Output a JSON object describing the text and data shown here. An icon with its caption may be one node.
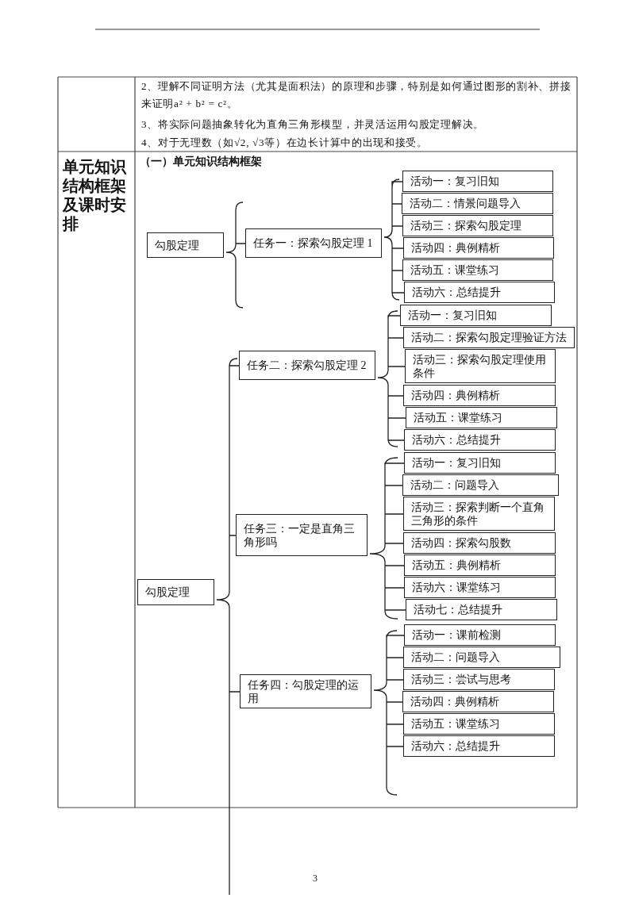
{
  "diagram": {
    "nodes": [
      {
        "text": [
          "勾股定理"
        ]
      },
      {
        "text": [
          "任务一：探索勾股定理 1"
        ]
      },
      {
        "text": [
          "活动一：复习旧知"
        ]
      },
      {
        "text": [
          "活动二：情景问题导入"
        ]
      },
      {
        "text": [
          "活动三：探索勾股定理"
        ]
      },
      {
        "text": [
          "活动四：典例精析"
        ]
      },
      {
        "text": [
          "活动五：课堂练习"
        ]
      },
      {
        "text": [
          "活动六：总结提升"
        ]
      },
      {
        "text": [
          "勾股定理"
        ]
      },
      {
        "text": [
          "任务二：探索勾股定理 2"
        ]
      },
      {
        "text": [
          "活动一：复习旧知"
        ]
      },
      {
        "text": [
          "活动二：探索勾股定理验证方法"
        ]
      },
      {
        "text": [
          "活动三：探索勾股定理使用条件"
        ]
      },
      {
        "text": [
          "活动四：典例精析"
        ]
      },
      {
        "text": [
          "活动五：课堂练习"
        ]
      },
      {
        "text": [
          "活动六：总结提升"
        ]
      },
      {
        "text": [
          "任务三：一定是直角三角形吗"
        ]
      },
      {
        "text": [
          "活动一：复习旧知"
        ]
      },
      {
        "text": [
          "活动二：问题导入"
        ]
      },
      {
        "text": [
          "活动三：探索判断一个直角三角形的条件"
        ]
      },
      {
        "text": [
          "活动四：探索勾股数"
        ]
      },
      {
        "text": [
          "活动五：典例精析"
        ]
      },
      {
        "text": [
          "活动六：课堂练习"
        ]
      },
      {
        "text": [
          "活动七：总结提升"
        ]
      },
      {
        "text": [
          "任务四：勾股定理的运用"
        ]
      },
      {
        "text": [
          "活动一：课前检测"
        ]
      },
      {
        "text": [
          "活动二：问题导入"
        ]
      },
      {
        "text": [
          "活动三：尝试与思考"
        ]
      },
      {
        "text": [
          "活动四：典例精析"
        ]
      },
      {
        "text": [
          "活动五：课堂练习"
        ]
      },
      {
        "text": [
          "活动六：总结提升"
        ]
      }
    ],
    "edges": [
      {
        "from": 0,
        "to": 1,
        "arrow": "none"
      },
      {
        "from": 1,
        "to": 2,
        "arrow": "none"
      },
      {
        "from": 1,
        "to": 3,
        "arrow": "none"
      },
      {
        "from": 1,
        "to": 4,
        "arrow": "none"
      },
      {
        "from": 1,
        "to": 5,
        "arrow": "none"
      },
      {
        "from": 1,
        "to": 6,
        "arrow": "none"
      },
      {
        "from": 1,
        "to": 7,
        "arrow": "none"
      },
      {
        "from": 8,
        "to": 9,
        "arrow": "none"
      },
      {
        "from": 8,
        "to": 16,
        "arrow": "none"
      },
      {
        "from": 8,
        "to": 24,
        "arrow": "none"
      },
      {
        "from": 9,
        "to": 10,
        "arrow": "none"
      },
      {
        "from": 9,
        "to": 11,
        "arrow": "none"
      },
      {
        "from": 9,
        "to": 12,
        "arrow": "none"
      },
      {
        "from": 9,
        "to": 13,
        "arrow": "none"
      },
      {
        "from": 9,
        "to": 14,
        "arrow": "none"
      },
      {
        "from": 9,
        "to": 15,
        "arrow": "none"
      },
      {
        "from": 16,
        "to": 17,
        "arrow": "none"
      },
      {
        "from": 16,
        "to": 18,
        "arrow": "none"
      },
      {
        "from": 16,
        "to": 19,
        "arrow": "none"
      },
      {
        "from": 16,
        "to": 20,
        "arrow": "none"
      },
      {
        "from": 16,
        "to": 21,
        "arrow": "none"
      },
      {
        "from": 16,
        "to": 22,
        "arrow": "none"
      },
      {
        "from": 16,
        "to": 23,
        "arrow": "none"
      },
      {
        "from": 24,
        "to": 25,
        "arrow": "none"
      },
      {
        "from": 24,
        "to": 26,
        "arrow": "none"
      },
      {
        "from": 24,
        "to": 27,
        "arrow": "none"
      },
      {
        "from": 24,
        "to": 28,
        "arrow": "none"
      },
      {
        "from": 24,
        "to": 29,
        "arrow": "none"
      },
      {
        "from": 24,
        "to": 30,
        "arrow": "none"
      }
    ],
    "labels": [
      "2、理解不同证明方法（尤其是面积法）的原理和步骤，特别是如何通过图形的割补、拼接来证明a² + b² = c²。",
      "3、将实际问题抽象转化为直角三角形模型，并灵活运用勾股定理解决。",
      "4、对于无理数（如√2, √3等）在边长计算中的出现和接受。",
      "单元知识结构框架及课时安排",
      "（一）单元知识结构框架",
      "3"
    ]
  }
}
